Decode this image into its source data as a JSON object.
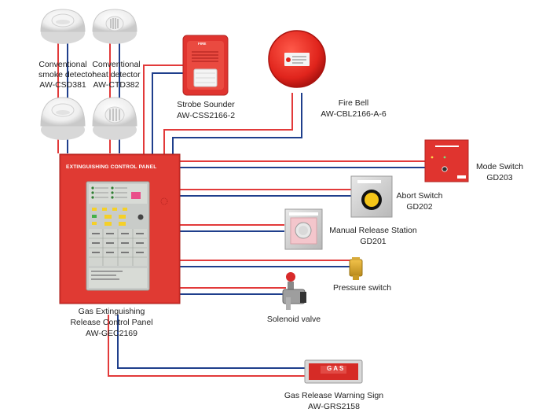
{
  "devices": {
    "smoke_detector": {
      "line1": "Conventional",
      "line2": "smoke detector",
      "model": "AW-CSD381",
      "icon": "smoke-detector-icon"
    },
    "heat_detector": {
      "line1": "Conventional",
      "line2": "heat detector",
      "model": "AW-CTD382",
      "icon": "heat-detector-icon"
    },
    "strobe_sounder": {
      "name": "Strobe Sounder",
      "model": "AW-CSS2166-2",
      "face_text": "FIRE",
      "icon": "strobe-sounder-icon"
    },
    "fire_bell": {
      "name": "Fire Bell",
      "model": "AW-CBL2166-A-6",
      "icon": "fire-bell-icon"
    },
    "mode_switch": {
      "name": "Mode Switch",
      "model": "GD203",
      "icon": "mode-switch-icon"
    },
    "abort_switch": {
      "name": "Abort Switch",
      "model": "GD202",
      "icon": "abort-switch-icon"
    },
    "manual_release": {
      "name": "Manual Release Station",
      "model": "GD201",
      "icon": "manual-release-icon"
    },
    "pressure_switch": {
      "name": "Pressure switch",
      "icon": "pressure-switch-icon"
    },
    "solenoid_valve": {
      "name": "Solenoid valve",
      "icon": "solenoid-valve-icon"
    },
    "panel": {
      "line1": "Gas Extinguishing",
      "line2": "Release Control Panel",
      "model": "AW-GEC2169",
      "face_title": "EXTINGUISHING CONTROL PANEL",
      "icon": "control-panel-icon"
    },
    "warning_sign": {
      "name": "Gas Release Warning Sign",
      "model": "AW-GRS2158",
      "face_text": "GAS",
      "icon": "warning-sign-icon"
    }
  },
  "colors": {
    "positive_wire": "#e23a3a",
    "negative_wire": "#1f3f8c",
    "device_red": "#e0342f",
    "panel_red": "#d9312c"
  }
}
